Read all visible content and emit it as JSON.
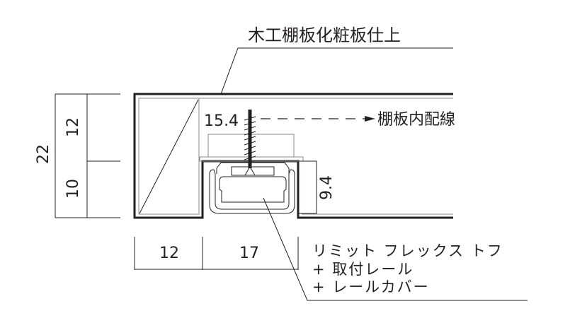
{
  "labels": {
    "finish": "木工棚板化粧板仕上",
    "wiring": "棚板内配線",
    "product_line1": "リミット フレックス トフ",
    "product_line2": "+ 取付レール",
    "product_line3": "+ レールカバー"
  },
  "dimensions": {
    "total_height": "22",
    "upper_height": "12",
    "lower_height": "10",
    "left_width": "12",
    "groove_width": "17",
    "screw_depth": "15.4",
    "groove_depth": "9.4"
  }
}
